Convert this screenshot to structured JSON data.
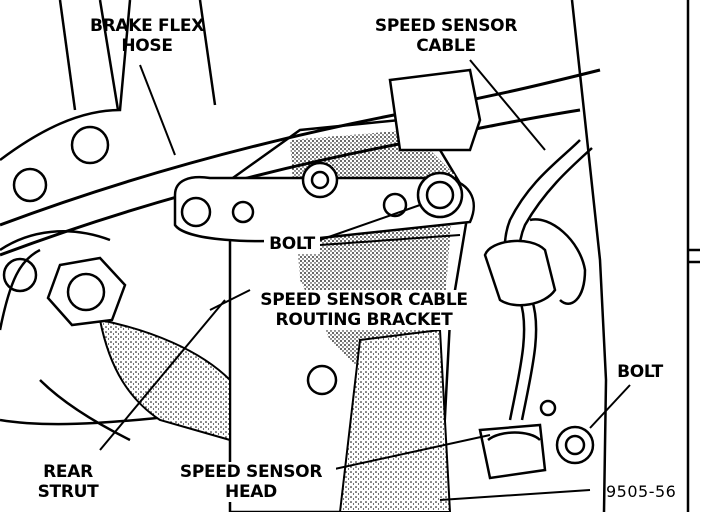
{
  "callouts": {
    "brake_flex_hose": "BRAKE FLEX\nHOSE",
    "speed_sensor_cable": "SPEED SENSOR\nCABLE",
    "bolt_upper": "BOLT",
    "routing_bracket": "SPEED SENSOR CABLE\nROUTING BRACKET",
    "bolt_right": "BOLT",
    "rear_strut": "REAR\nSTRUT",
    "speed_sensor_head": "SPEED SENSOR\nHEAD"
  },
  "figure_id": "9505-56",
  "colors": {
    "ink": "#000000",
    "paper": "#ffffff",
    "shade": "#9a9a9a"
  }
}
